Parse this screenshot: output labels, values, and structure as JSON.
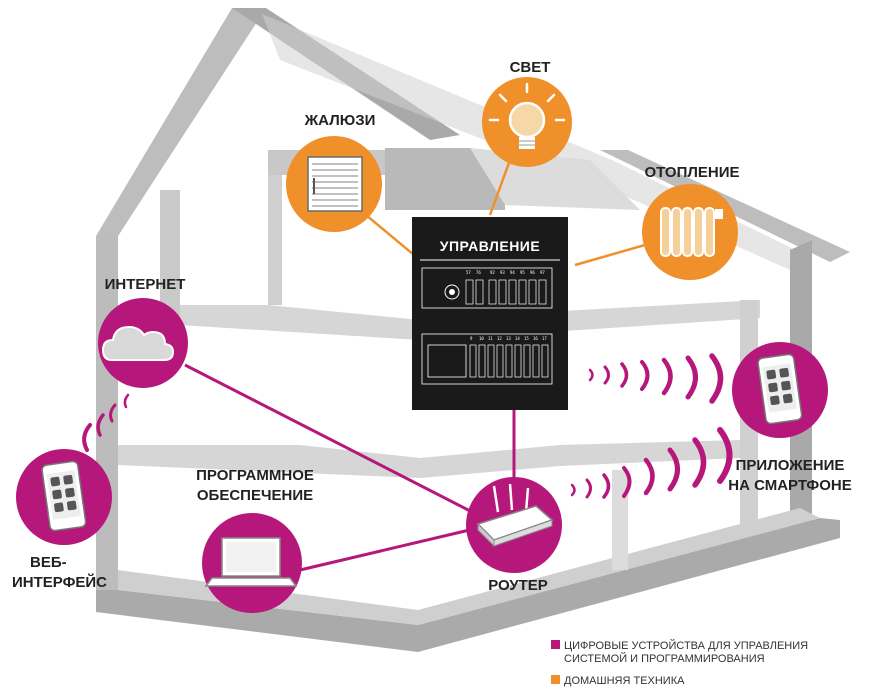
{
  "colors": {
    "accent_digital": "#b5177a",
    "accent_home": "#f0902a",
    "wall": "#b3b3b3",
    "panel": "#1a1a1a"
  },
  "center": {
    "title": "УПРАВЛЕНИЕ"
  },
  "nodes": {
    "blinds": {
      "label": "ЖАЛЮЗИ",
      "icon": "blinds-icon"
    },
    "light": {
      "label": "СВЕТ",
      "icon": "lightbulb-icon"
    },
    "heating": {
      "label": "ОТОПЛЕНИЕ",
      "icon": "radiator-icon"
    },
    "internet": {
      "label": "ИНТЕРНЕТ",
      "icon": "cloud-icon"
    },
    "software": {
      "label_line1": "ПРОГРАММНОЕ",
      "label_line2": "ОБЕСПЕЧЕНИЕ",
      "icon": "laptop-icon"
    },
    "web": {
      "label_line1": "ВЕБ-",
      "label_line2": "ИНТЕРФЕЙС",
      "icon": "smartphone-icon"
    },
    "router": {
      "label": "РОУТЕР",
      "icon": "router-icon"
    },
    "app": {
      "label_line1": "ПРИЛОЖЕНИЕ",
      "label_line2": "НА СМАРТФОНЕ",
      "icon": "smartphone-icon"
    }
  },
  "panel_numbers": {
    "top": [
      "57",
      "76",
      "92",
      "93",
      "94",
      "95",
      "96",
      "97"
    ],
    "bottom": [
      "9",
      "10",
      "11",
      "12",
      "13",
      "14",
      "15",
      "16",
      "17"
    ]
  },
  "legend": [
    {
      "line1": "ЦИФРОВЫЕ УСТРОЙСТВА ДЛЯ УПРАВЛЕНИЯ",
      "line2": "СИСТЕМОЙ И ПРОГРАММИРОВАНИЯ",
      "color": "#b5177a"
    },
    {
      "line1": "ДОМАШНЯЯ ТЕХНИКА",
      "color": "#f0902a"
    }
  ]
}
